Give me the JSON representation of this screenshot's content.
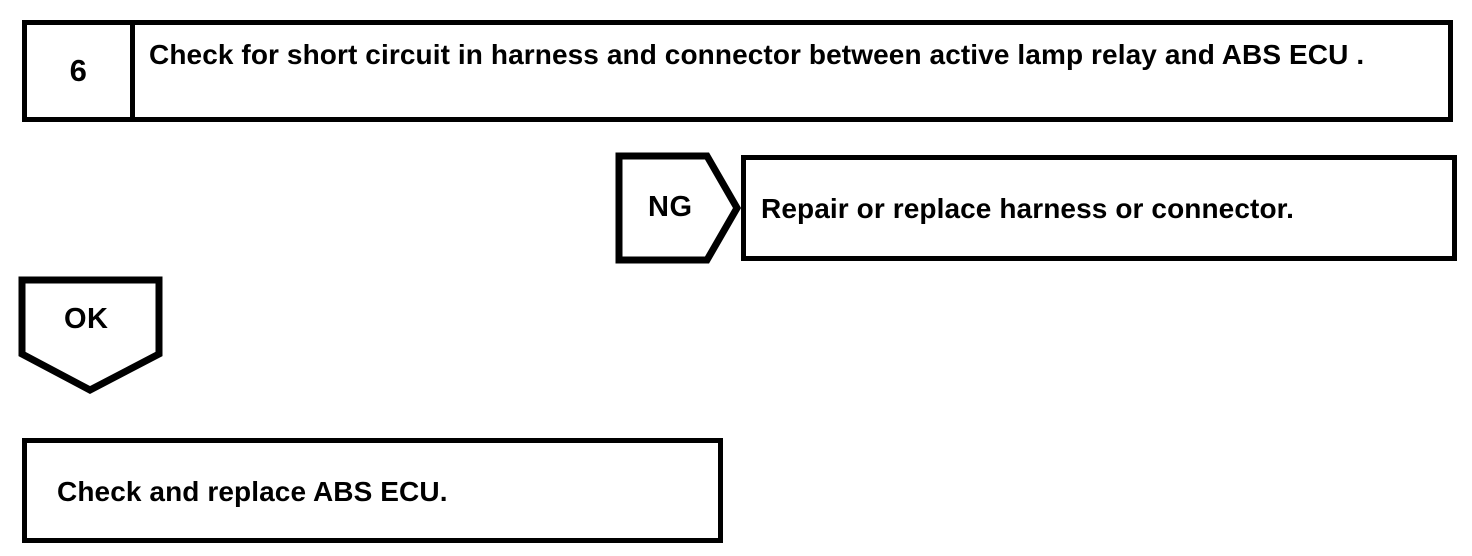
{
  "diagram": {
    "type": "troubleshooting-flowchart",
    "colors": {
      "background": "#ffffff",
      "stroke": "#000000",
      "text": "#000000"
    },
    "step": {
      "number": "6",
      "instruction": "Check for short circuit in harness and connector between active lamp relay and ABS ECU ."
    },
    "branches": {
      "ng": {
        "label": "NG",
        "action": "Repair or replace harness or connector."
      },
      "ok": {
        "label": "OK",
        "action": "Check and replace ABS ECU."
      }
    }
  }
}
